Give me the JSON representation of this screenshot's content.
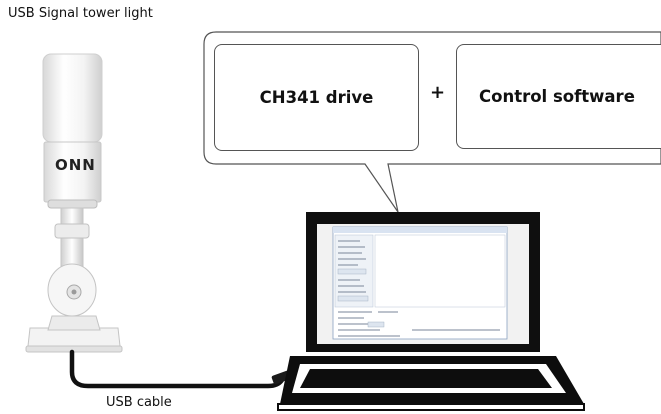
{
  "title": "USB Signal tower light",
  "callout": {
    "left_box": "CH341 drive",
    "plus": "+",
    "right_box": "Control software"
  },
  "tower": {
    "brand": "ONN"
  },
  "cable_label": "USB cable",
  "colors": {
    "outline": "#555555",
    "text": "#111111",
    "laptop_body": "#0d0d0d",
    "tower_white": "#f4f4f4"
  }
}
